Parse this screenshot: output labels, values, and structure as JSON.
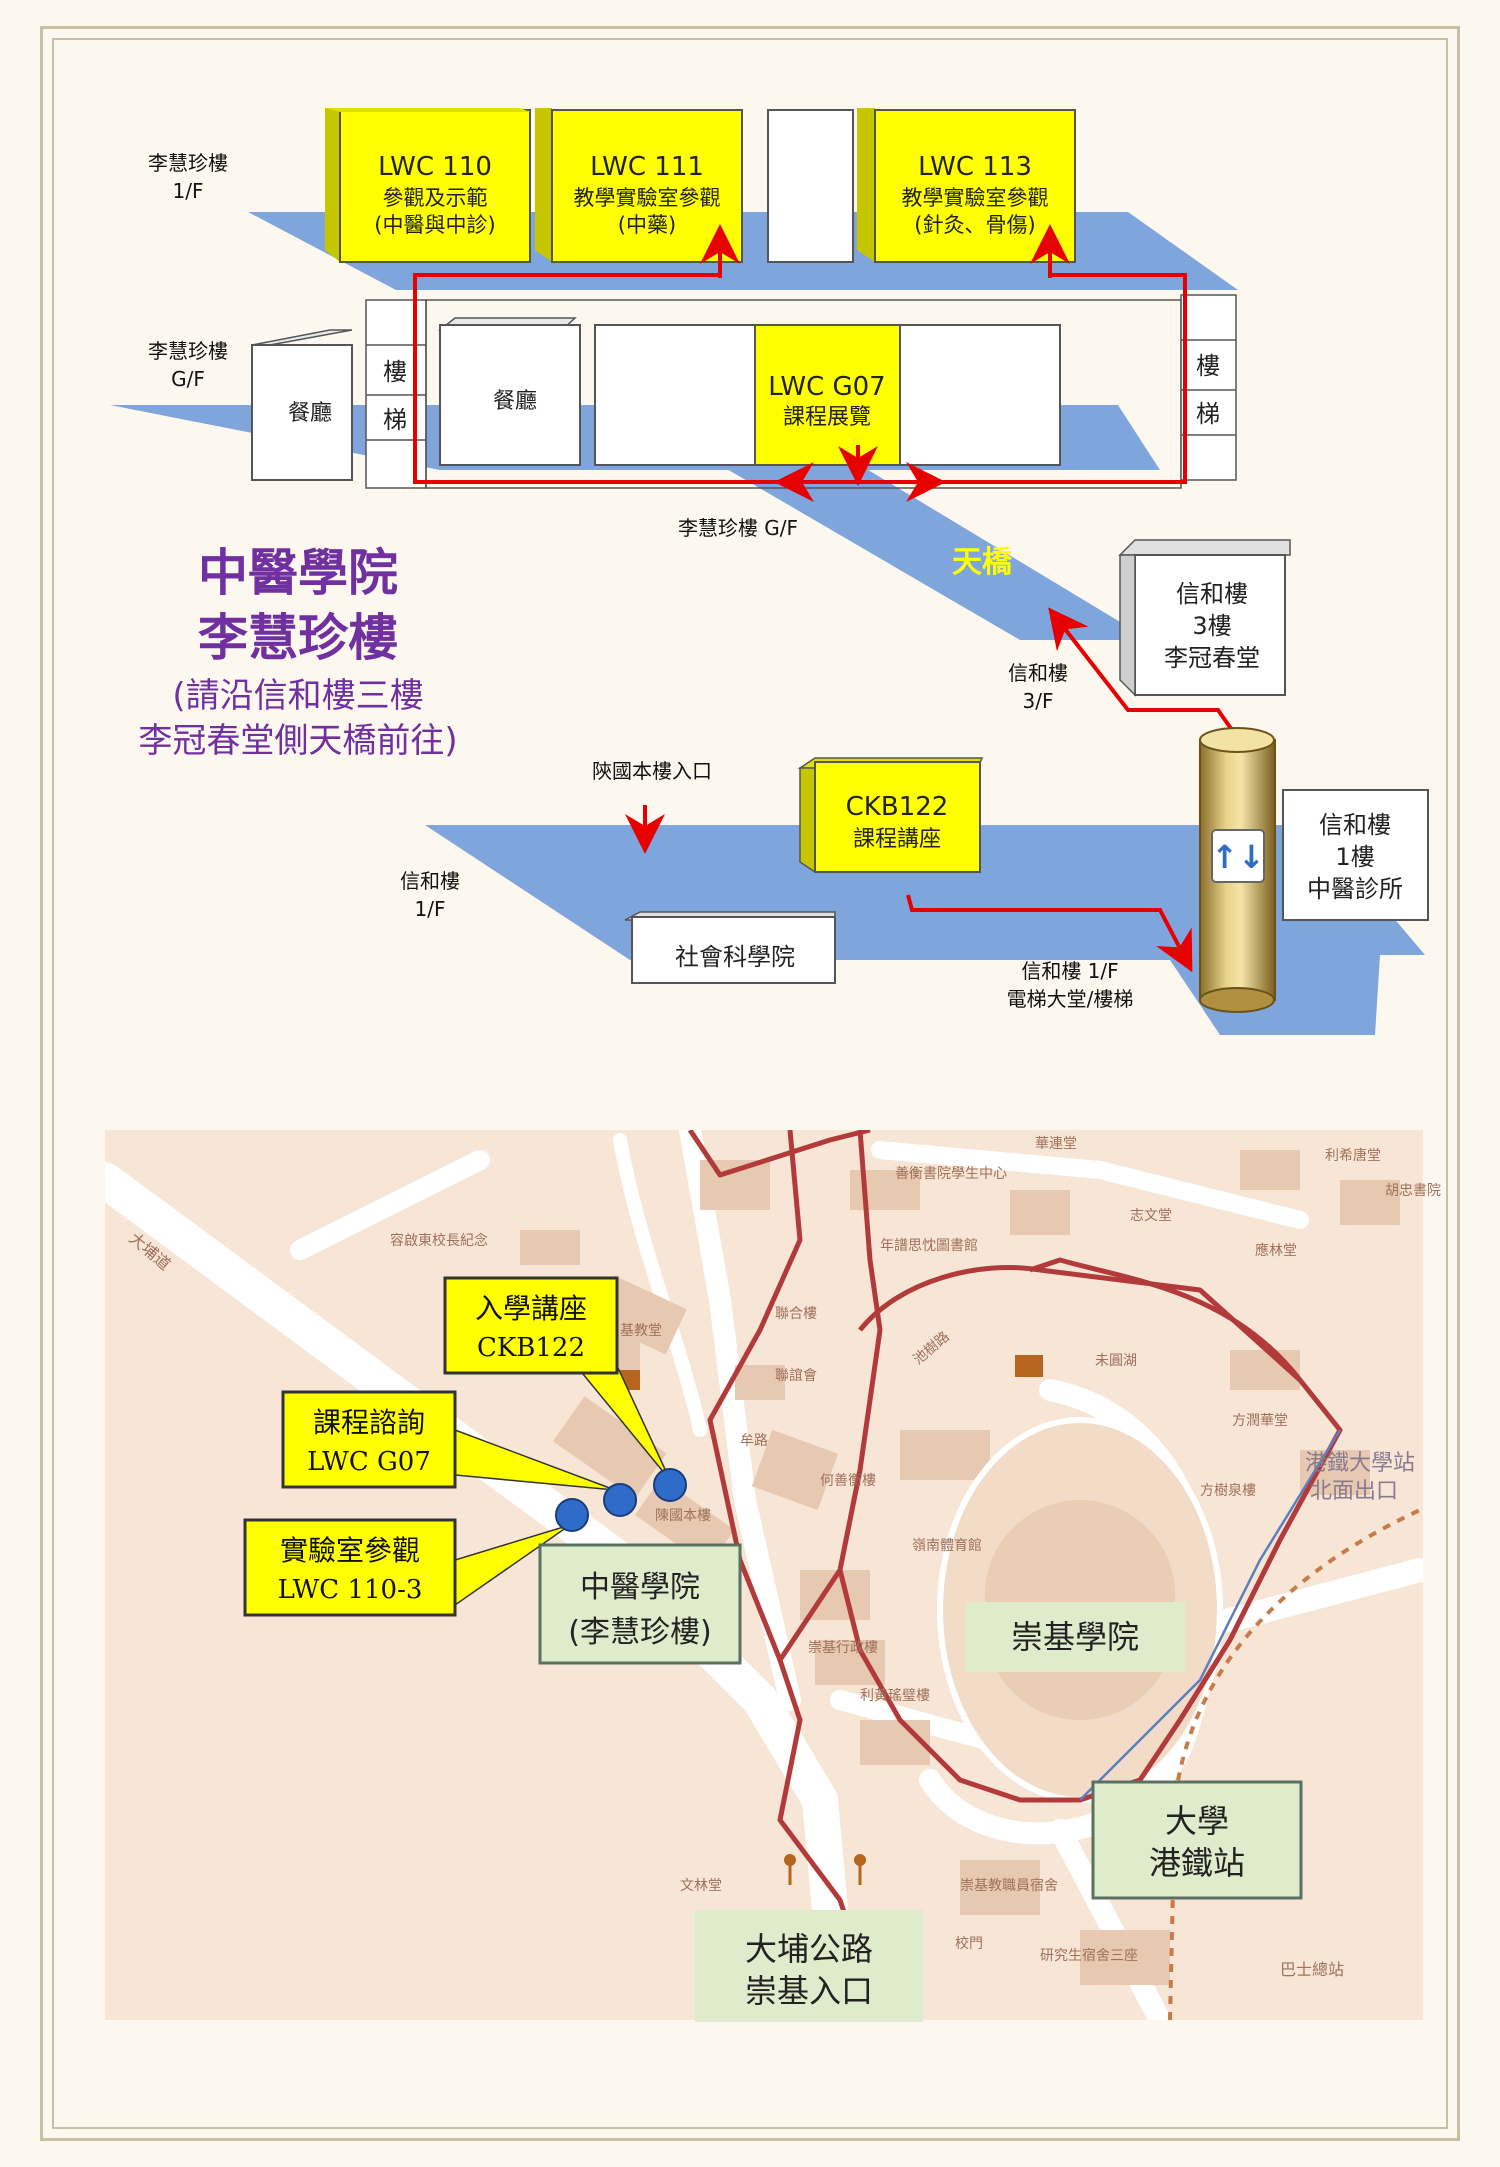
{
  "colors": {
    "floor": "#7fa6dc",
    "yellow": "#ffff00",
    "route": "#e60000",
    "purple": "#7030a0",
    "map_bg": "#f7e6d6",
    "label_green": "#dfeccb",
    "label_border": "#5a7060",
    "callout_yellow": "#ffff00",
    "dot_blue": "#2f6cc9"
  },
  "diagram": {
    "floor_1f_label": [
      "李慧珍樓",
      "1/F"
    ],
    "floor_gf_label": [
      "李慧珍樓",
      "G/F"
    ],
    "rooms_1f": [
      {
        "line1": "LWC 110",
        "line2": "參觀及示範",
        "line3": "(中醫與中診)"
      },
      {
        "line1": "LWC 111",
        "line2": "教學實驗室參觀",
        "line3": "(中藥)"
      },
      {
        "line1": "LWC 113",
        "line2": "教學實驗室參觀",
        "line3": "(針灸、骨傷)"
      }
    ],
    "stairs_left": [
      "樓",
      "梯"
    ],
    "stairs_right": [
      "樓",
      "梯"
    ],
    "canteen_left": "餐廳",
    "canteen_mid": "餐廳",
    "room_g07": {
      "line1": "LWC G07",
      "line2": "課程展覽"
    },
    "gf_bottom_label": "李慧珍樓 G/F",
    "bridge_label": "天橋",
    "title_line1": "中醫學院",
    "title_line2": "李慧珍樓",
    "note_line1": "(請沿信和樓三樓",
    "note_line2": "李冠春堂側天橋前往)",
    "shw3f_box": [
      "信和樓",
      "3樓",
      "李冠春堂"
    ],
    "shw3f_label": [
      "信和樓",
      "3/F"
    ],
    "entrance_label": "陝國本樓入口",
    "ckb122": {
      "line1": "CKB122",
      "line2": "課程講座"
    },
    "shw1f_label": [
      "信和樓",
      "1/F"
    ],
    "shw1f_box": [
      "信和樓",
      "1樓",
      "中醫診所"
    ],
    "social_science": "社會科學院",
    "lift_label": [
      "信和樓 1/F",
      "電梯大堂/樓梯"
    ],
    "lift_arrows": "↑↓"
  },
  "map": {
    "callouts": [
      {
        "line1": "入學講座",
        "line2": "CKB122"
      },
      {
        "line1": "課程諮詢",
        "line2": "LWC G07"
      },
      {
        "line1": "實驗室參觀",
        "line2": "LWC 110-3"
      }
    ],
    "green_labels": {
      "cmed": [
        "中醫學院",
        "(李慧珍樓)"
      ],
      "chungchi": "崇基學院",
      "mtr": [
        "大學",
        "港鐵站"
      ],
      "taipo": [
        "大埔公路",
        "崇基入口"
      ]
    },
    "small_labels": [
      "大埔道",
      "容啟東校長紀念",
      "善衡書院學生中心",
      "華連堂",
      "利希唐堂",
      "胡忠書院",
      "應林堂",
      "志文堂",
      "年譜思忱圖書館",
      "池樹路",
      "聯誼會",
      "未圓湖",
      "方潤華堂",
      "方樹泉樓",
      "港鐵大學站",
      "北面出口",
      "何善衡樓",
      "嶺南體育館",
      "崇基行政樓",
      "利黃瑤璧樓",
      "文林堂",
      "崇基教職員宿舍",
      "校門",
      "研究生宿舍三座",
      "巴士總站",
      "基教堂",
      "聯合樓",
      "牟路",
      "陳國本樓"
    ]
  }
}
